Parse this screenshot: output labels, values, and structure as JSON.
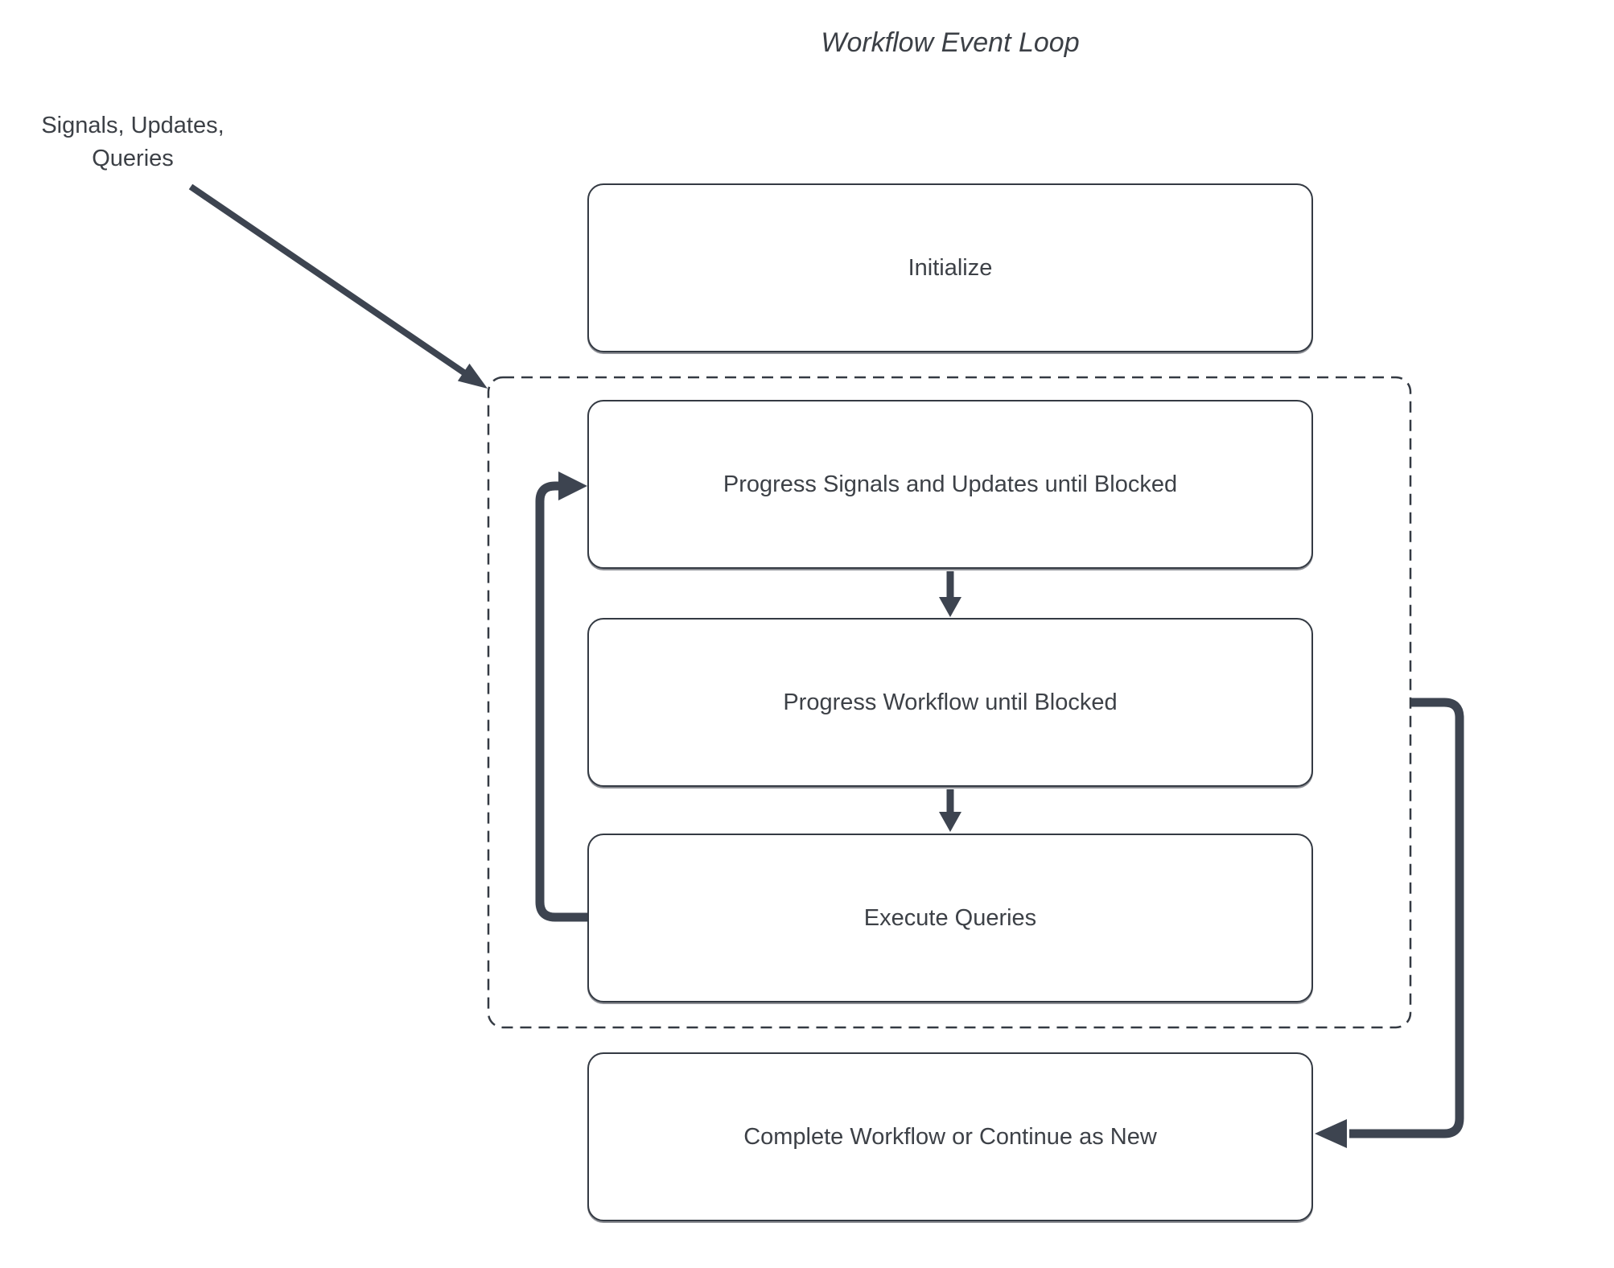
{
  "title": "Workflow Event Loop",
  "annotation": {
    "text": "Signals, Updates,\nQueries"
  },
  "nodes": [
    {
      "id": "initialize",
      "label": "Initialize"
    },
    {
      "id": "progress-signals-updates",
      "label": "Progress Signals and Updates until Blocked"
    },
    {
      "id": "progress-workflow",
      "label": "Progress Workflow until Blocked"
    },
    {
      "id": "execute-queries",
      "label": "Execute Queries"
    },
    {
      "id": "complete-or-continue",
      "label": "Complete Workflow or Continue as New"
    }
  ],
  "group": {
    "id": "event-loop-group",
    "contains": [
      "progress-signals-updates",
      "progress-workflow",
      "execute-queries"
    ],
    "border_style": "dashed"
  },
  "edges": [
    {
      "from": "annotation",
      "to": "event-loop-group",
      "style": "thin-diagonal-arrow"
    },
    {
      "from": "progress-signals-updates",
      "to": "progress-workflow",
      "style": "down-arrow"
    },
    {
      "from": "progress-workflow",
      "to": "execute-queries",
      "style": "down-arrow"
    },
    {
      "from": "execute-queries",
      "to": "progress-signals-updates",
      "style": "thick-loop-arrow-left"
    },
    {
      "from": "event-loop-group",
      "to": "complete-or-continue",
      "style": "thick-elbow-arrow-right"
    }
  ],
  "colors": {
    "background": "#ffffff",
    "box_border": "#343a43",
    "dashed_border": "#343a43",
    "arrow": "#3d4450",
    "text": "#3d4147"
  }
}
